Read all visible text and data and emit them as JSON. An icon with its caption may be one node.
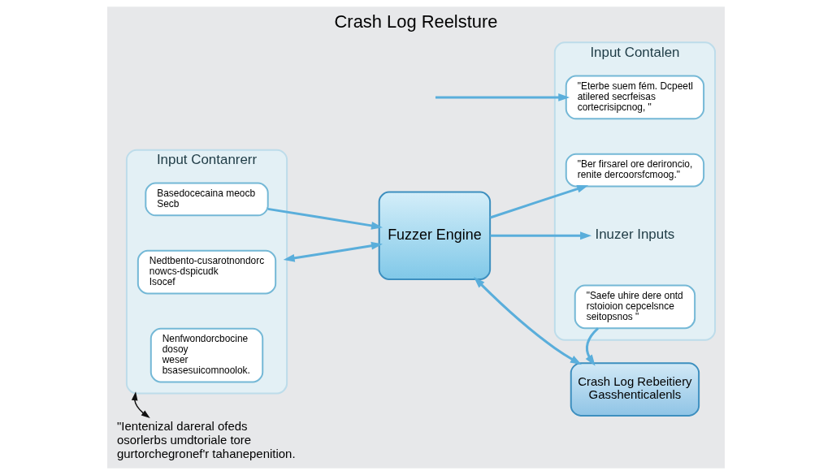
{
  "diagram": {
    "title": "Crash Log Reelsture",
    "nodes": [
      {
        "text": [
          "Input Contanrerr"
        ]
      },
      {
        "text": [
          "Basedocecaina meocb",
          "Secb"
        ],
        "in": 0
      },
      {
        "text": [
          "Nedtbento-cusarotnondorc nowcs-dspicudk",
          "Isocef"
        ],
        "in": 0
      },
      {
        "text": [
          "Nenfwondorcbocine",
          "dosoy",
          "weser",
          "bsasesuicomnoolok."
        ],
        "in": 0
      },
      {
        "text": [
          "Input Contalen"
        ]
      },
      {
        "text": [
          "\"Eterbe suem fém. Dcpeetl atilered secrfeisas cortecrisipcnog, \""
        ],
        "in": 4
      },
      {
        "text": [
          "\"Ber firsarel ore derironcio, renite dercoorsfcmoog.\""
        ],
        "in": 4
      },
      {
        "text": [
          "Inuzer Inputs"
        ],
        "in": 4
      },
      {
        "text": [
          "\"Saefe uhire dere ontd rstoioion cepcelsnce seitopsnos \""
        ],
        "in": 4
      },
      {
        "text": [
          "Fuzzer Engine"
        ]
      },
      {
        "text": [
          "Crash Log Rebeitiery",
          "Gasshenticalenls"
        ]
      },
      {
        "text": [
          "\"Ientenizal dareral ofeds osorlerbs umdtoriale tore gurtorchegronef'r tahanepenition."
        ]
      }
    ],
    "edges": [
      {
        "from": 1,
        "to": 9,
        "arrow": "to"
      },
      {
        "from": 0,
        "to": 9,
        "arrow": "both"
      },
      {
        "from": null,
        "to": 5,
        "arrow": "to"
      },
      {
        "from": 9,
        "to": 6,
        "arrow": "to"
      },
      {
        "from": 9,
        "to": 7,
        "arrow": "to"
      },
      {
        "from": 9,
        "to": 10,
        "arrow": "both"
      },
      {
        "from": 8,
        "to": 10,
        "arrow": "to"
      },
      {
        "from": 0,
        "to": 11,
        "arrow": "both",
        "color": "#111111"
      }
    ]
  }
}
